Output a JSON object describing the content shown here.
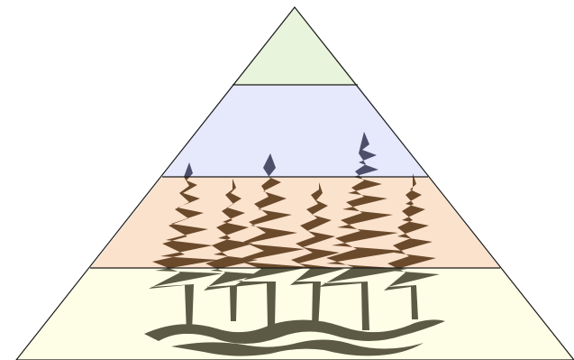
{
  "diagram": {
    "type": "pyramid",
    "tiers": [
      {
        "name": "apex",
        "fill": "#e8f4dc"
      },
      {
        "name": "upper-middle",
        "fill": "#e6e8fb"
      },
      {
        "name": "lower-middle",
        "fill": "#fbe2cc"
      },
      {
        "name": "base",
        "fill": "#fefee6"
      }
    ],
    "outline_color": "#1a1a1a",
    "illustration": {
      "subject": "forest-of-spruce-trees",
      "colors": {
        "canopy_upper": "#4b4f6a",
        "canopy_middle": "#6b4a2c",
        "canopy_lower": "#5c5a44",
        "trunk": "#6f6b55"
      }
    }
  }
}
